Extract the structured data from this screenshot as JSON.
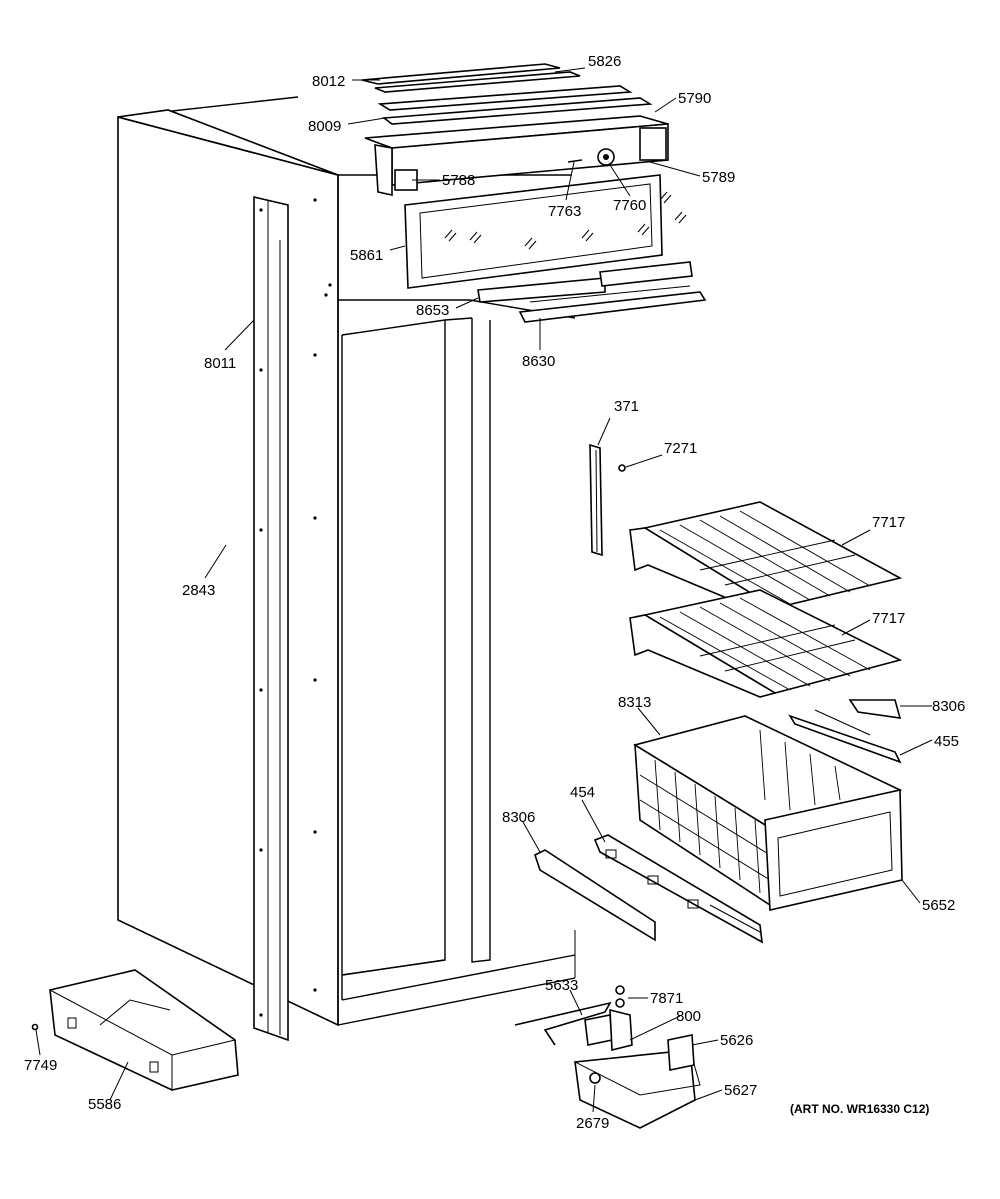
{
  "art_number": "(ART NO. WR16330 C12)",
  "callouts": [
    {
      "id": "8012",
      "text": "8012"
    },
    {
      "id": "5826",
      "text": "5826"
    },
    {
      "id": "8009",
      "text": "8009"
    },
    {
      "id": "5790",
      "text": "5790"
    },
    {
      "id": "5788",
      "text": "5788"
    },
    {
      "id": "5789",
      "text": "5789"
    },
    {
      "id": "7763",
      "text": "7763"
    },
    {
      "id": "7760",
      "text": "7760"
    },
    {
      "id": "5861",
      "text": "5861"
    },
    {
      "id": "8653",
      "text": "8653"
    },
    {
      "id": "8630",
      "text": "8630"
    },
    {
      "id": "8011",
      "text": "8011"
    },
    {
      "id": "371",
      "text": "371"
    },
    {
      "id": "7271",
      "text": "7271"
    },
    {
      "id": "7717a",
      "text": "7717"
    },
    {
      "id": "7717b",
      "text": "7717"
    },
    {
      "id": "2843",
      "text": "2843"
    },
    {
      "id": "8313",
      "text": "8313"
    },
    {
      "id": "8306a",
      "text": "8306"
    },
    {
      "id": "455",
      "text": "455"
    },
    {
      "id": "454",
      "text": "454"
    },
    {
      "id": "8306b",
      "text": "8306"
    },
    {
      "id": "5652",
      "text": "5652"
    },
    {
      "id": "5633",
      "text": "5633"
    },
    {
      "id": "7871",
      "text": "7871"
    },
    {
      "id": "800",
      "text": "800"
    },
    {
      "id": "5626",
      "text": "5626"
    },
    {
      "id": "7749",
      "text": "7749"
    },
    {
      "id": "5627",
      "text": "5627"
    },
    {
      "id": "5586",
      "text": "5586"
    },
    {
      "id": "2679",
      "text": "2679"
    }
  ]
}
